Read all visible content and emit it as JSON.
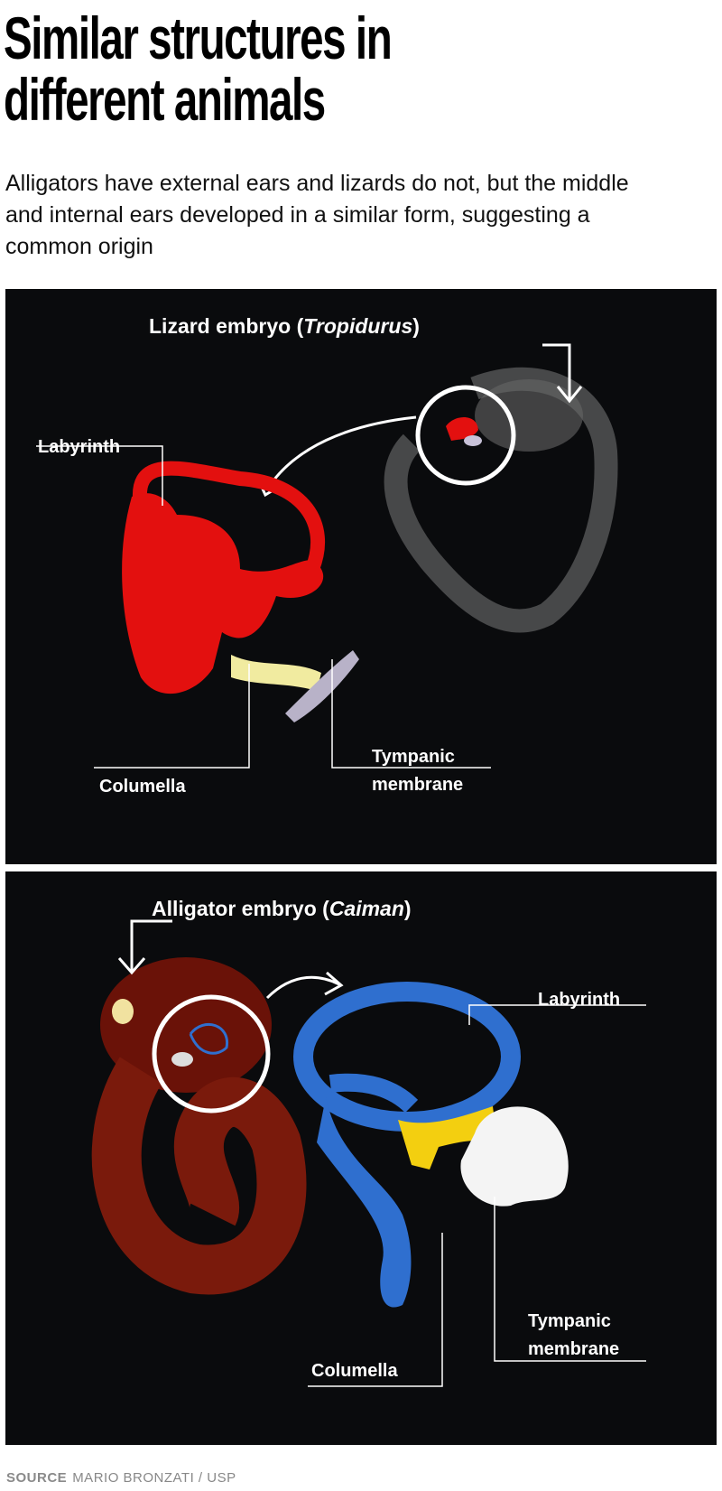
{
  "header": {
    "title_line1": "Similar structures in",
    "title_line2": "different animals",
    "subtitle": "Alligators have external ears and lizards do not, but the middle and internal ears developed in a similar form, suggesting a common origin"
  },
  "panel_lizard": {
    "title_prefix": "Lizard embryo (",
    "title_italic": "Tropidurus",
    "title_suffix": ")",
    "labels": {
      "labyrinth": "Labyrinth",
      "columella": "Columella",
      "tympanic_line1": "Tympanic",
      "tympanic_line2": "membrane"
    }
  },
  "panel_alligator": {
    "title_prefix": "Alligator embryo (",
    "title_italic": "Caiman",
    "title_suffix": ")",
    "labels": {
      "labyrinth": "Labyrinth",
      "columella": "Columella",
      "tympanic_line1": "Tympanic",
      "tympanic_line2": "membrane"
    }
  },
  "source": {
    "label": "SOURCE",
    "text": "MARIO BRONZATI / USP"
  },
  "colors": {
    "panel": "#0a0b0d",
    "labyrinth_lizard": "#e3100f",
    "labyrinth_alligator": "#2f6fcf",
    "columella_lizard": "#f1eba0",
    "columella_alligator": "#f3cf10",
    "tympanic_lizard": "#b8b2c8",
    "tympanic_alligator": "#f4f4f4"
  }
}
